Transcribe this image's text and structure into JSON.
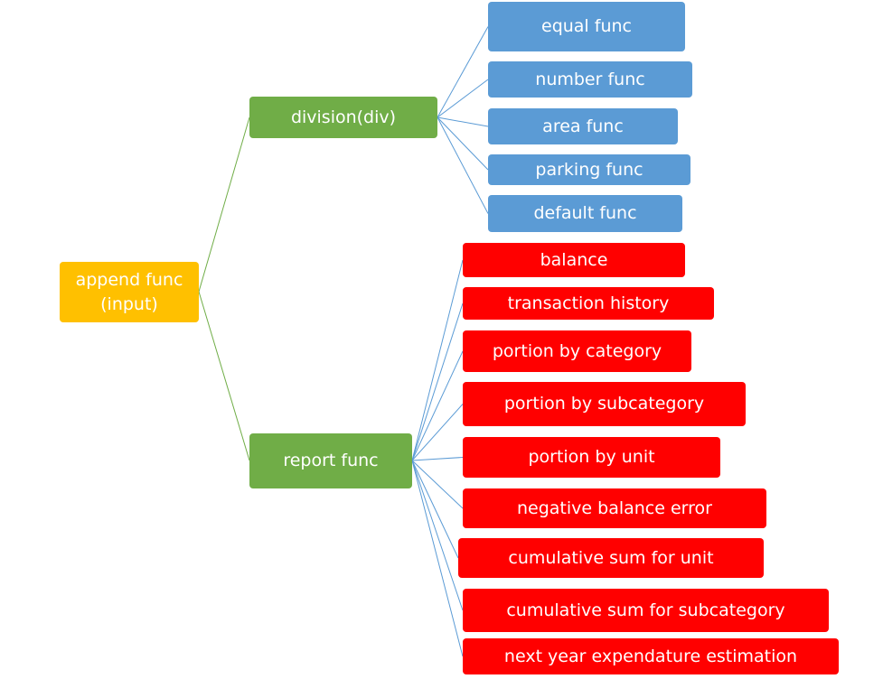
{
  "colors": {
    "root": "#FFC000",
    "category": "#70AD47",
    "division_leaf": "#5B9BD5",
    "report_leaf": "#FF0000",
    "edge_root": "#70AD47",
    "edge_leaf": "#5B9BD5"
  },
  "root": {
    "line1": "append func",
    "line2": "(input)"
  },
  "division": {
    "label": "division(div)",
    "items": [
      "equal func",
      "number func",
      "area func",
      "parking func",
      "default func"
    ]
  },
  "report": {
    "label": "report func",
    "items": [
      "balance",
      "transaction history",
      "portion by category",
      "portion by subcategory",
      "portion by unit",
      "negative balance error",
      "cumulative sum for unit",
      "cumulative sum for subcategory",
      "next year expendature estimation"
    ]
  }
}
